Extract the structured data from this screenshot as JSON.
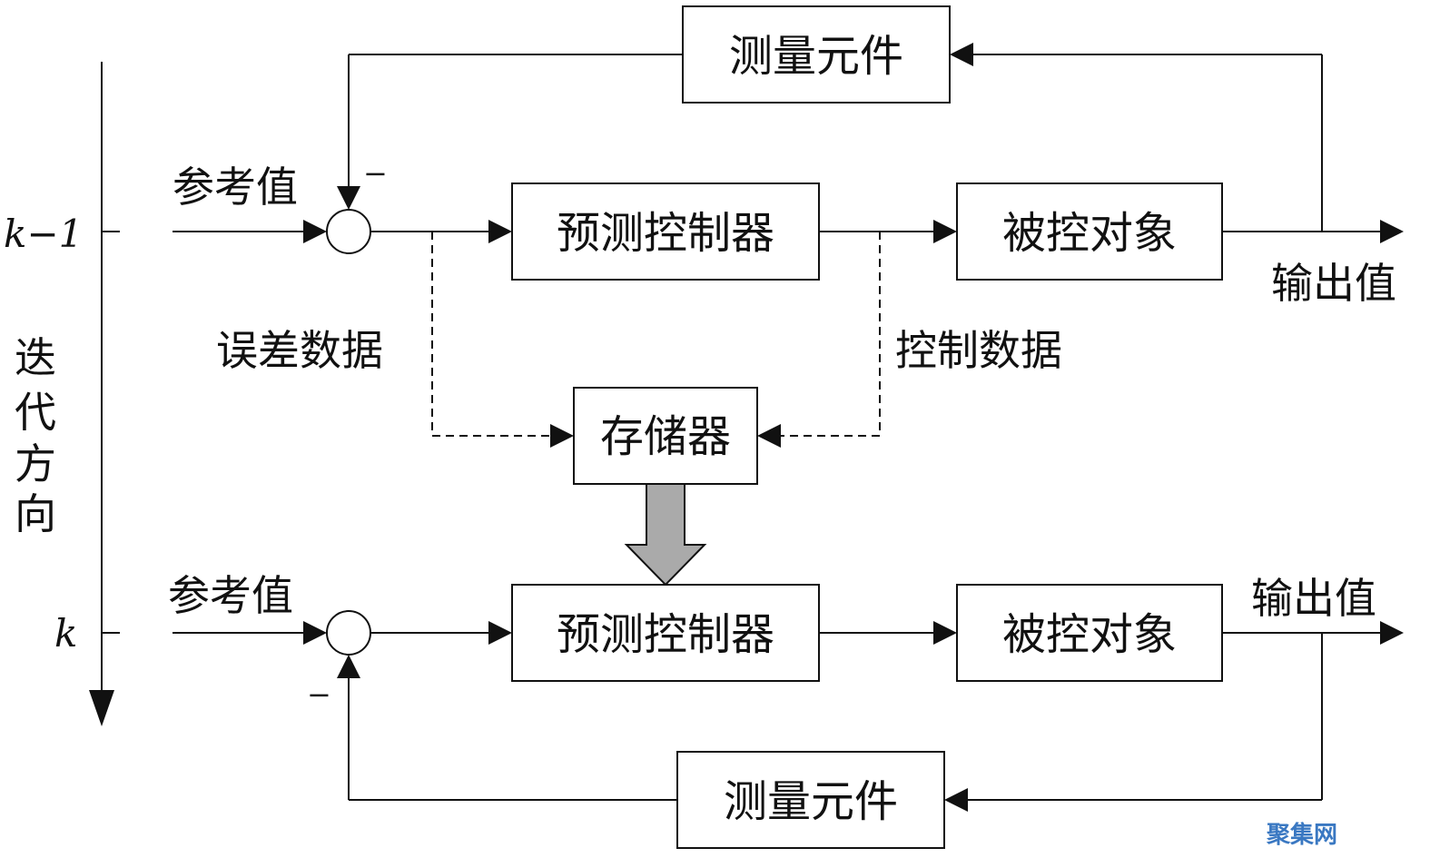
{
  "top_row": {
    "k_label": "k−1",
    "reference_label": "参考值",
    "minus_sign": "−",
    "controller_label": "预测控制器",
    "plant_label": "被控对象",
    "output_label": "输出值",
    "feedback_label": "测量元件"
  },
  "bottom_row": {
    "k_label": "k",
    "reference_label": "参考值",
    "minus_sign": "−",
    "controller_label": "预测控制器",
    "plant_label": "被控对象",
    "output_label": "输出值",
    "feedback_label": "测量元件"
  },
  "memory": {
    "label": "存储器",
    "error_data_label": "误差数据",
    "control_data_label": "控制数据"
  },
  "iteration_axis": {
    "label_chars": [
      "迭",
      "代",
      "方",
      "向"
    ]
  },
  "watermark": {
    "text": "聚集网"
  },
  "colors": {
    "line": "#111111",
    "transfer_arrow_fill": "#aaaaaa",
    "watermark": "#3a78c2"
  }
}
